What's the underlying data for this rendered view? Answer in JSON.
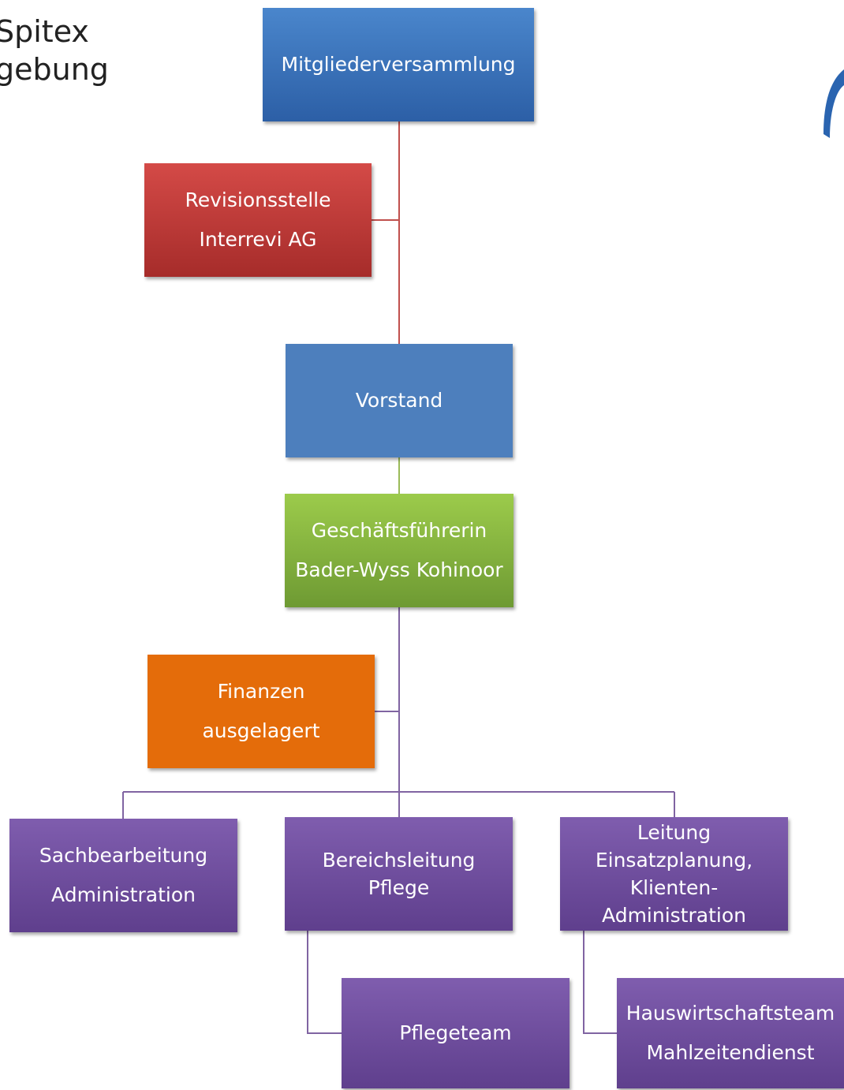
{
  "title": {
    "lines": [
      "Spitex",
      "gebung"
    ]
  },
  "logo": {
    "icon": "spitex-logo-icon",
    "color": "#2a64b0"
  },
  "boxes": {
    "mitgliederversammlung": {
      "lines": [
        "Mitgliederversammlung"
      ]
    },
    "revisionsstelle": {
      "lines": [
        "Revisionsstelle",
        "Interrevi AG"
      ]
    },
    "vorstand": {
      "lines": [
        "Vorstand"
      ]
    },
    "geschaeftsfuehrerin": {
      "lines": [
        "Geschäftsführerin",
        "Bader-Wyss Kohinoor"
      ]
    },
    "finanzen": {
      "lines": [
        "Finanzen",
        "ausgelagert"
      ]
    },
    "sachbearbeitung": {
      "lines": [
        "Sachbearbeitung",
        "Administration"
      ]
    },
    "bereichsleitung": {
      "lines": [
        "Bereichsleitung",
        "Pflege"
      ]
    },
    "leitung": {
      "lines": [
        "Leitung",
        "Einsatzplanung,",
        "Klienten-",
        "Administration"
      ]
    },
    "pflegeteam": {
      "lines": [
        "Pflegeteam"
      ]
    },
    "hauswirtschaft": {
      "lines": [
        "Hauswirtschaftsteam",
        "Mahlzeitendienst"
      ]
    }
  },
  "colors": {
    "line_red": "#c0504d",
    "line_green": "#9bbb59",
    "line_purple": "#8064a2"
  }
}
